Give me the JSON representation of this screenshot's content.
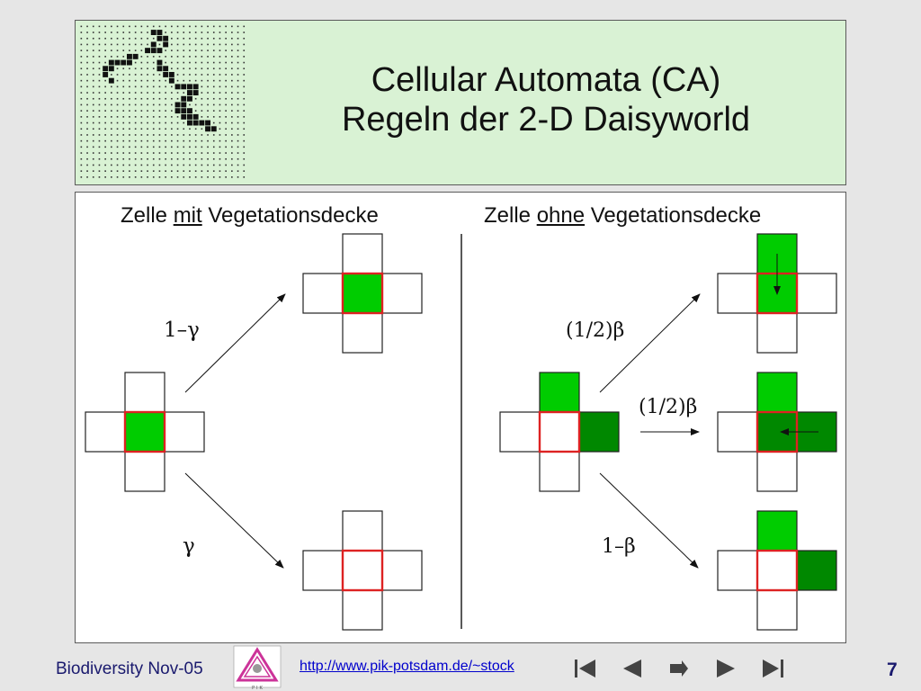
{
  "title": {
    "line1": "Cellular Automata (CA)",
    "line2": "Regeln der 2-D Daisyworld"
  },
  "left": {
    "heading_before": "Zelle ",
    "heading_underlined": "mit",
    "heading_after": " Vegetationsdecke",
    "prob_upper": "1–γ",
    "prob_lower": "γ"
  },
  "right": {
    "heading_before": "Zelle ",
    "heading_underlined": "ohne",
    "heading_after": " Vegetationsdecke",
    "prob_upper": "(1/2)β",
    "prob_middle": "(1/2)β",
    "prob_lower": "1–β"
  },
  "footer": {
    "event": "Biodiversity Nov-05",
    "url": "http://www.pik-potsdam.de/~stock",
    "page": "7",
    "logo_letters": "P I K"
  },
  "nav_icons": [
    "first-slide-icon",
    "previous-slide-icon",
    "pointer-icon",
    "next-slide-icon",
    "last-slide-icon"
  ],
  "colors": {
    "vegetation": "#00cc00",
    "dark_vegetation": "#008800",
    "center_border": "#dd2222",
    "title_background": "#d9f2d4"
  }
}
